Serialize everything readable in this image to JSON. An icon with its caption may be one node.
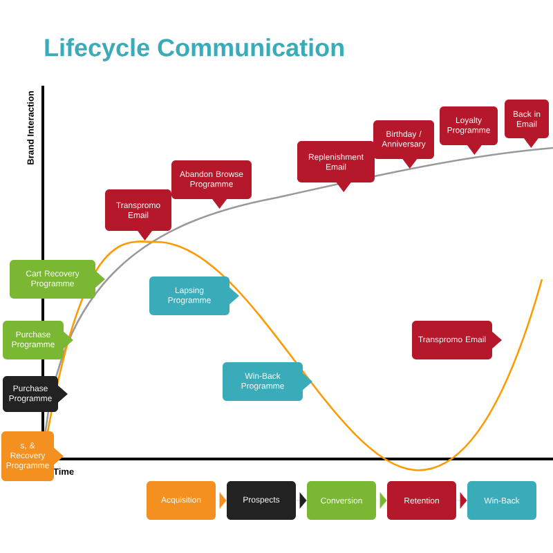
{
  "diagram": {
    "title": "Lifecycle Communication",
    "nodes": [
      {
        "text": [
          "Transpromo Email"
        ]
      },
      {
        "text": [
          "Abandon Browse Programme"
        ]
      },
      {
        "text": [
          "Replenishment Email"
        ]
      },
      {
        "text": [
          "Birthday / Anniversary"
        ]
      },
      {
        "text": [
          "Loyalty Programme"
        ]
      },
      {
        "text": [
          "Back in Email"
        ]
      },
      {
        "text": [
          "Cart Recovery Programme"
        ]
      },
      {
        "text": [
          "Purchase Programme"
        ]
      },
      {
        "text": [
          "Purchase Programme"
        ]
      },
      {
        "text": [
          "s, & Recovery Programme"
        ]
      },
      {
        "text": [
          "Lapsing Programme"
        ]
      },
      {
        "text": [
          "Win-Back Programme"
        ]
      },
      {
        "text": [
          "Transpromo Email"
        ]
      },
      {
        "text": [
          "Acquisition"
        ]
      },
      {
        "text": [
          "Prospects"
        ]
      },
      {
        "text": [
          "Conversion"
        ]
      },
      {
        "text": [
          "Retention"
        ]
      },
      {
        "text": [
          "Win-Back"
        ]
      }
    ],
    "edges": [
      {
        "from": 13,
        "to": 14,
        "arrow": "to",
        "color": "#f39020"
      },
      {
        "from": 14,
        "to": 15,
        "arrow": "to",
        "color": "#222222"
      },
      {
        "from": 15,
        "to": 16,
        "arrow": "to",
        "color": "#7ab833"
      },
      {
        "from": 16,
        "to": 17,
        "arrow": "to",
        "color": "#b5182b"
      }
    ],
    "labels": [
      "Brand Interaction",
      "Time"
    ]
  }
}
